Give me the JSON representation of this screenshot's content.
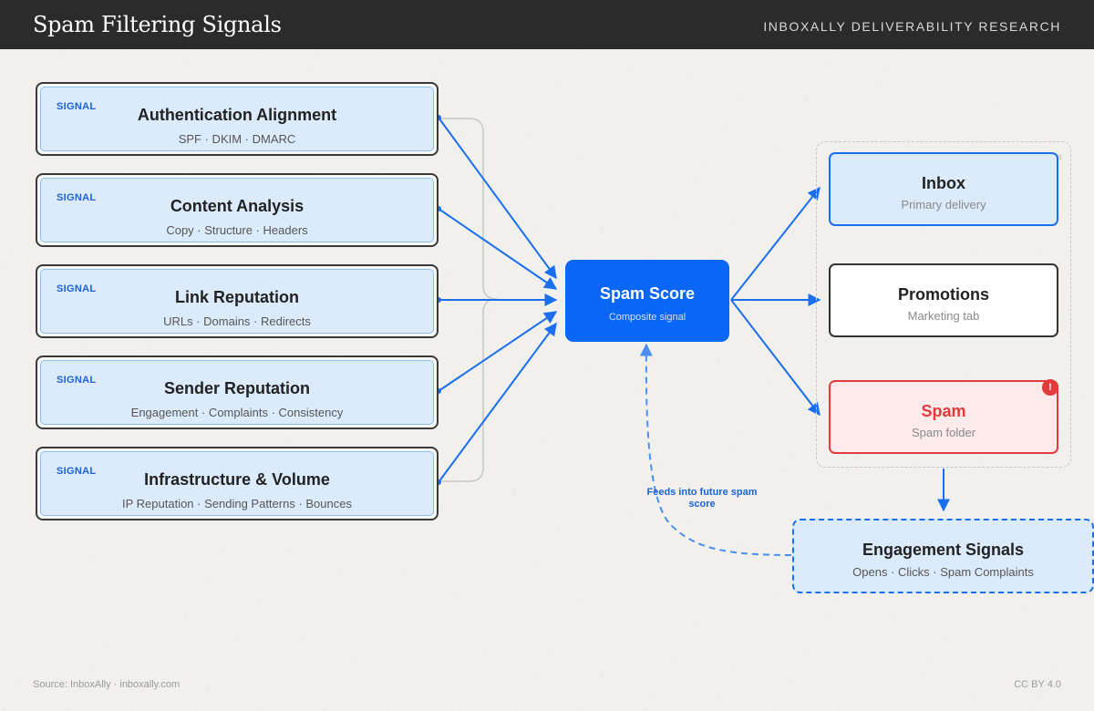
{
  "header": {
    "title": "Spam Filtering Signals",
    "organization": "INBOXALLY DELIVERABILITY RESEARCH"
  },
  "signals": [
    {
      "tag": "SIGNAL",
      "name": "Authentication Alignment",
      "detail": "SPF · DKIM · DMARC"
    },
    {
      "tag": "SIGNAL",
      "name": "Content Analysis",
      "detail": "Copy · Structure · Headers"
    },
    {
      "tag": "SIGNAL",
      "name": "Link Reputation",
      "detail": "URLs · Domains · Redirects"
    },
    {
      "tag": "SIGNAL",
      "name": "Sender Reputation",
      "detail": "Engagement · Complaints · Consistency"
    },
    {
      "tag": "SIGNAL",
      "name": "Infrastructure & Volume",
      "detail": "IP Reputation · Sending Patterns · Bounces"
    }
  ],
  "spam_score": {
    "title": "Spam Score",
    "subtitle": "Composite signal"
  },
  "destinations": [
    {
      "title": "Inbox",
      "subtitle": "Primary delivery"
    },
    {
      "title": "Promotions",
      "subtitle": "Marketing tab"
    },
    {
      "title": "Spam",
      "subtitle": "Spam folder",
      "badge": "!"
    }
  ],
  "engagement": {
    "title": "Engagement Signals",
    "detail": "Opens · Clicks · Spam Complaints"
  },
  "feedback_label": "Feeds into future spam score",
  "footer": {
    "source": "Source: InboxAlly · inboxally.com",
    "license": "CC BY 4.0"
  },
  "colors": {
    "accent": "#0a66f5",
    "signal_fill": "#dcebfc",
    "spam_red": "#e33b3b",
    "header_bg": "#2b2b2b"
  }
}
